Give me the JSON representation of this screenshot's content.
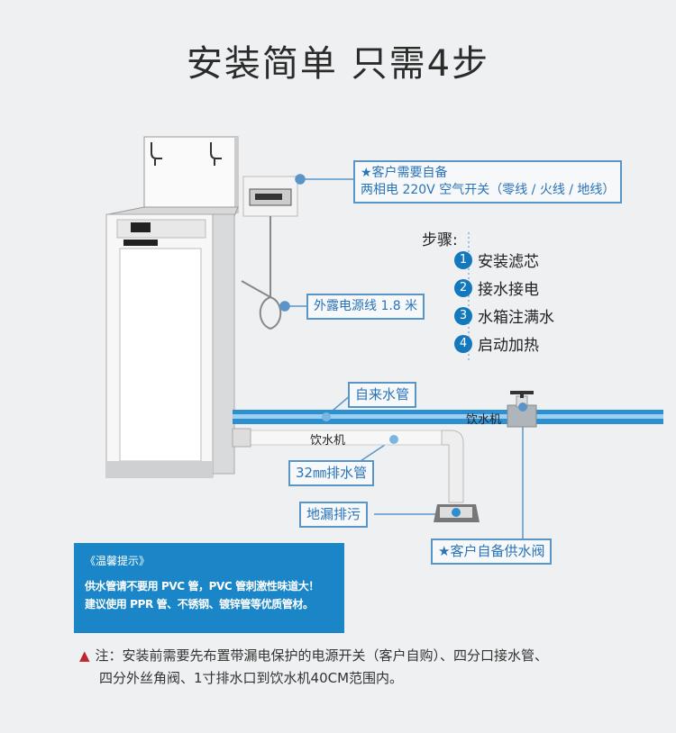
{
  "title": "安装简单 只需4步",
  "callouts": {
    "switch_line1": "★客户需要自备",
    "switch_line2": "两相电 220V 空气开关（零线 / 火线 / 地线）",
    "power_cord": "外露电源线 1.8 米",
    "tap_water_pipe": "自来水管",
    "drain_pipe": "32㎜排水管",
    "floor_drain": "地漏排污",
    "supply_valve": "★客户自备供水阀"
  },
  "pipe_labels": {
    "upper": "饮水机",
    "lower": "饮水机"
  },
  "steps": {
    "label": "步骤:",
    "items": [
      {
        "n": "1",
        "text": "安装滤芯"
      },
      {
        "n": "2",
        "text": "接水接电"
      },
      {
        "n": "3",
        "text": "水箱注满水"
      },
      {
        "n": "4",
        "text": "启动加热"
      }
    ]
  },
  "tips": {
    "heading": "《温馨提示》",
    "line1": "供水管请不要用 PVC 管，PVC 管刺激性味道大！",
    "line2": "建议使用 PPR 管、不锈钢、镀锌管等优质管材。"
  },
  "note": {
    "icon": "warning-icon",
    "line1": "注：安装前需要先布置带漏电保护的电源开关（客户自购）、四分口接水管、",
    "line2": "四分外丝角阀、1寸排水口到饮水机40CM范围内。"
  },
  "colors": {
    "accent": "#1478bd",
    "callout_border": "#5a95c8",
    "tips_bg": "#1a86c8",
    "warning": "#c0262d"
  }
}
